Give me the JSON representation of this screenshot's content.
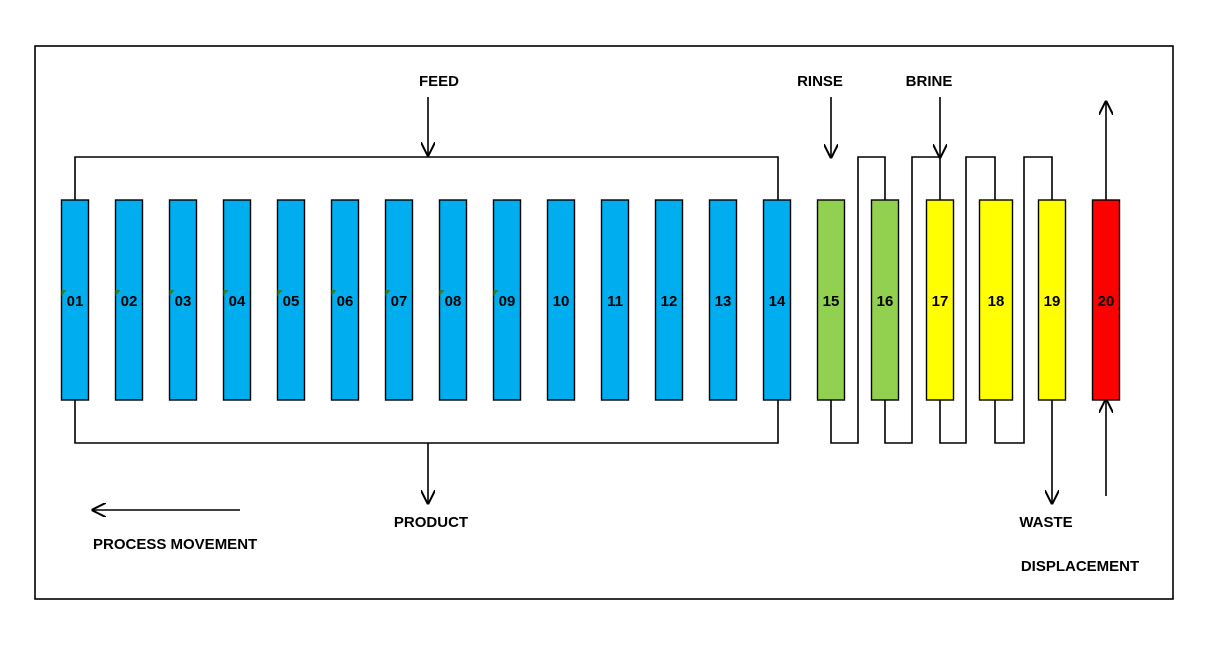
{
  "labels": {
    "feed": "FEED",
    "rinse": "RINSE",
    "brine": "BRINE",
    "product": "PRODUCT",
    "waste": "WASTE",
    "displacement": "DISPLACEMENT",
    "process_movement": "PROCESS MOVEMENT"
  },
  "colors": {
    "feed_zone": "#00aeef",
    "rinse_zone": "#92d050",
    "brine_zone": "#ffff00",
    "displacement_zone": "#ff0000",
    "corner_marker": "#2e7d32"
  },
  "columns": [
    {
      "id": "01",
      "zone": "feed_zone",
      "marker": true
    },
    {
      "id": "02",
      "zone": "feed_zone",
      "marker": true
    },
    {
      "id": "03",
      "zone": "feed_zone",
      "marker": true
    },
    {
      "id": "04",
      "zone": "feed_zone",
      "marker": true
    },
    {
      "id": "05",
      "zone": "feed_zone",
      "marker": true
    },
    {
      "id": "06",
      "zone": "feed_zone",
      "marker": true
    },
    {
      "id": "07",
      "zone": "feed_zone",
      "marker": true
    },
    {
      "id": "08",
      "zone": "feed_zone",
      "marker": true
    },
    {
      "id": "09",
      "zone": "feed_zone",
      "marker": true
    },
    {
      "id": "10",
      "zone": "feed_zone",
      "marker": false
    },
    {
      "id": "11",
      "zone": "feed_zone",
      "marker": false
    },
    {
      "id": "12",
      "zone": "feed_zone",
      "marker": false
    },
    {
      "id": "13",
      "zone": "feed_zone",
      "marker": false
    },
    {
      "id": "14",
      "zone": "feed_zone",
      "marker": false
    },
    {
      "id": "15",
      "zone": "rinse_zone",
      "marker": false
    },
    {
      "id": "16",
      "zone": "rinse_zone",
      "marker": false
    },
    {
      "id": "17",
      "zone": "brine_zone",
      "marker": false
    },
    {
      "id": "18",
      "zone": "brine_zone",
      "marker": false
    },
    {
      "id": "19",
      "zone": "brine_zone",
      "marker": false
    },
    {
      "id": "20",
      "zone": "displacement_zone",
      "marker": false
    }
  ]
}
